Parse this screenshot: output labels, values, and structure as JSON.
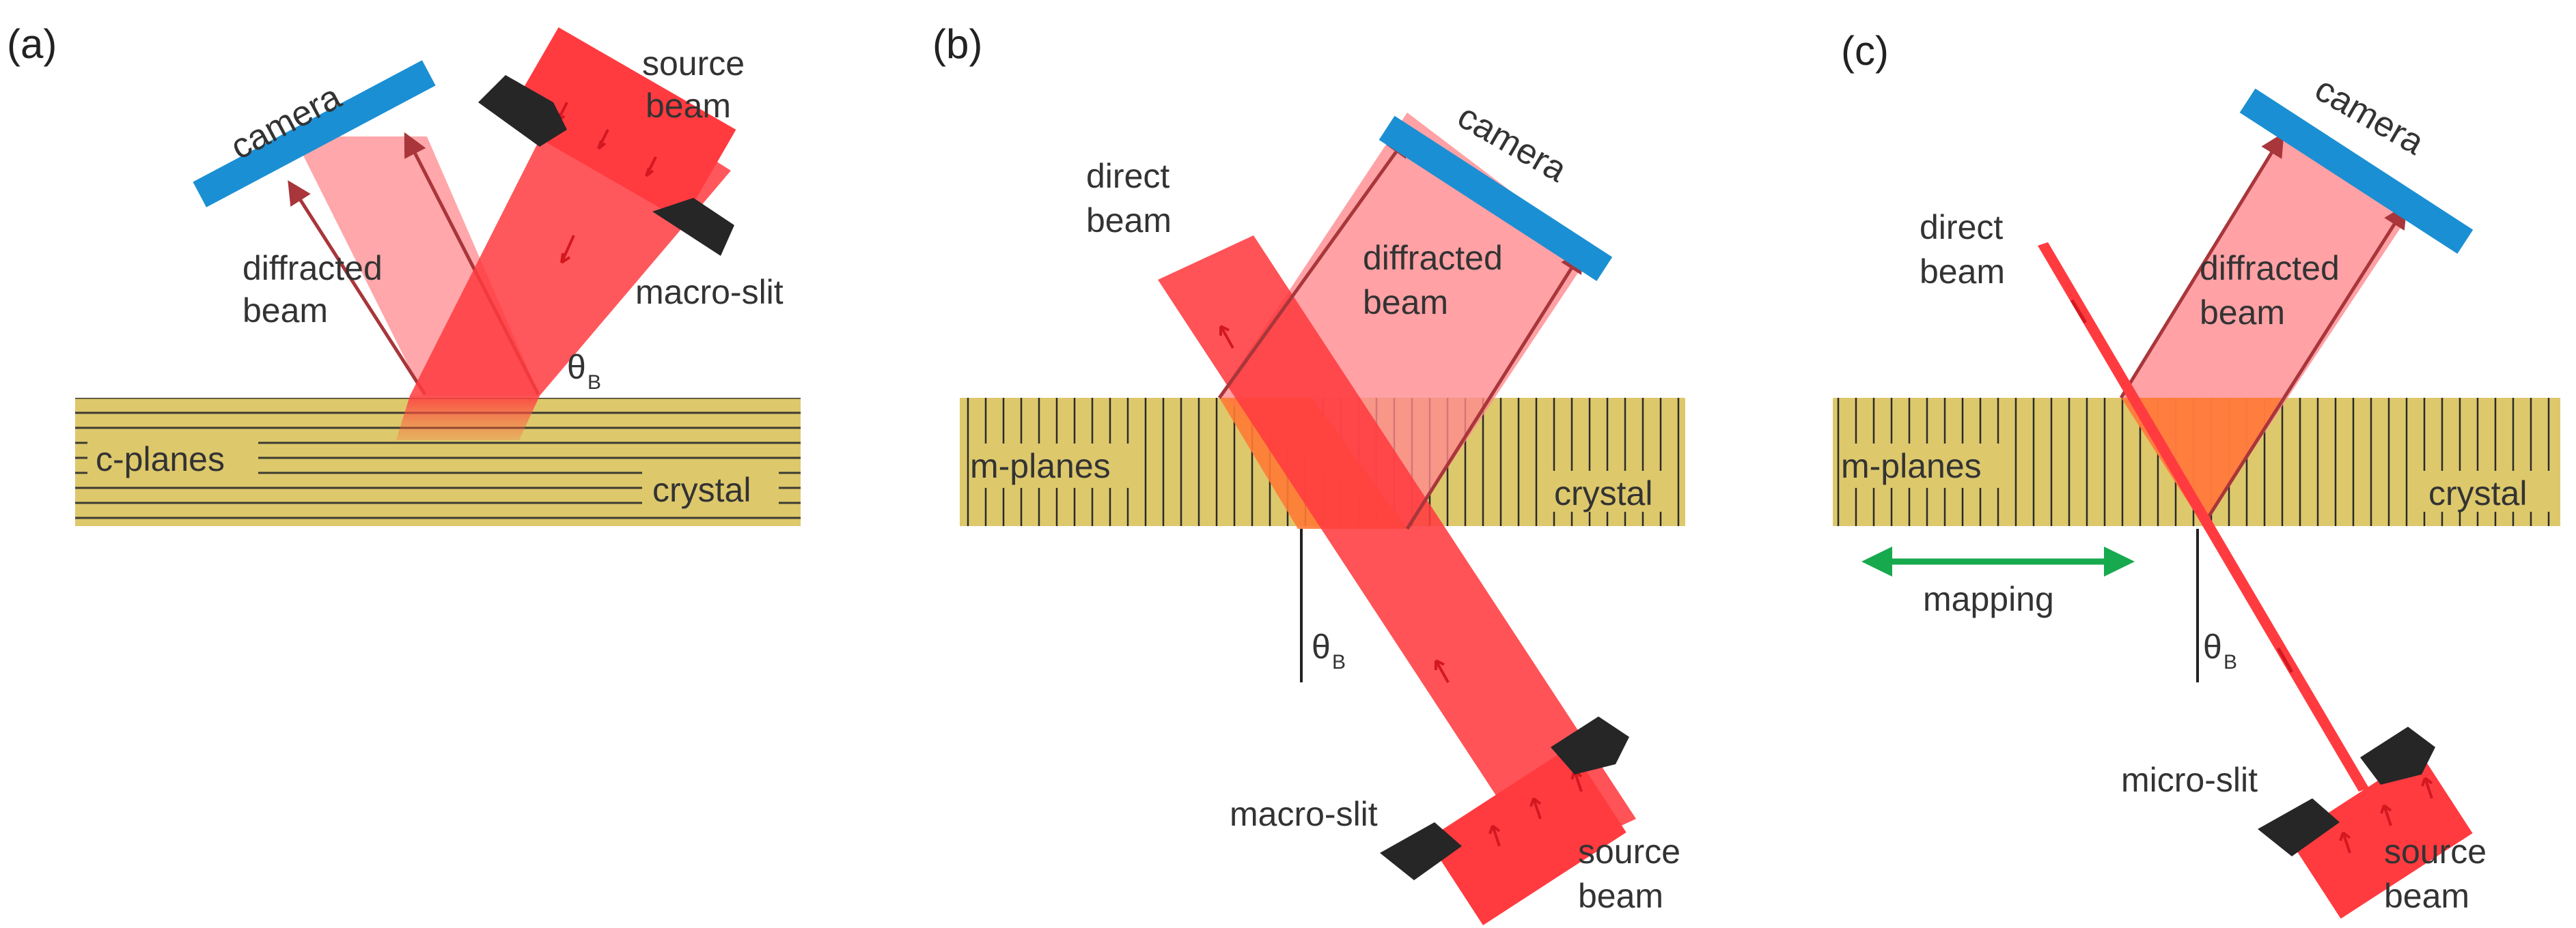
{
  "colors": {
    "crystal": "#ddc86c",
    "plane_line": "#2b2b2b",
    "camera": "#1b8fd3",
    "beam": "#ff3b40",
    "beam_light": "#ff8a8e",
    "overlap": "#ff7a35",
    "slit": "#262626",
    "mapping_arrow": "#17a94e",
    "arrow_dark": "#a8363a"
  },
  "icons": [
    "slit-jaw-icon",
    "camera-detector-icon",
    "double-arrow-icon"
  ],
  "panels": {
    "a": {
      "tag": "(a)",
      "camera": "camera",
      "source_l1": "source",
      "source_l2": "beam",
      "diff_l1": "diffracted",
      "diff_l2": "beam",
      "slit": "macro-slit",
      "theta": "θ",
      "theta_sub": "B",
      "planes": "c-planes",
      "crystal": "crystal"
    },
    "b": {
      "tag": "(b)",
      "camera": "camera",
      "direct_l1": "direct",
      "direct_l2": "beam",
      "diff_l1": "diffracted",
      "diff_l2": "beam",
      "planes": "m-planes",
      "crystal": "crystal",
      "theta": "θ",
      "theta_sub": "B",
      "slit": "macro-slit",
      "source_l1": "source",
      "source_l2": "beam"
    },
    "c": {
      "tag": "(c)",
      "camera": "camera",
      "direct_l1": "direct",
      "direct_l2": "beam",
      "diff_l1": "diffracted",
      "diff_l2": "beam",
      "planes": "m-planes",
      "crystal": "crystal",
      "mapping": "mapping",
      "theta": "θ",
      "theta_sub": "B",
      "slit": "micro-slit",
      "source_l1": "source",
      "source_l2": "beam"
    }
  }
}
